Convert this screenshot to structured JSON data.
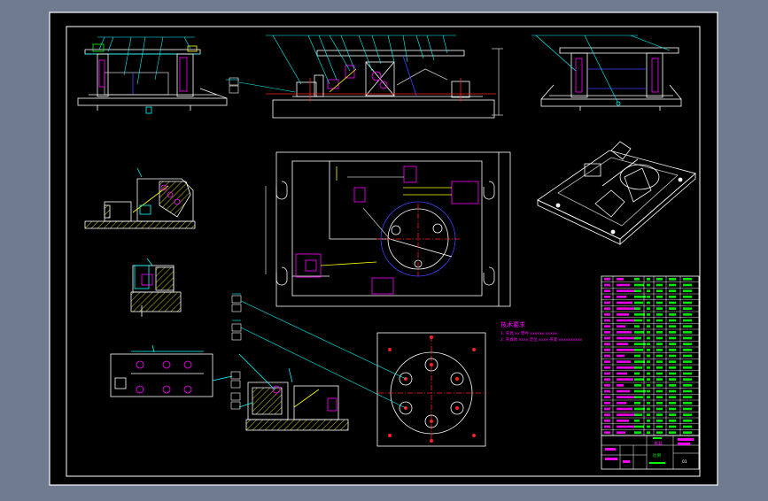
{
  "viewer": {
    "background_color": "#6f7c8f",
    "sheet_color": "#000000",
    "frame_color": "#ffffff"
  },
  "palette": {
    "white": "#ffffff",
    "yellow": "#ffff00",
    "green": "#00ff00",
    "cyan": "#00ffff",
    "magenta": "#ff00ff",
    "blue": "#4040ff",
    "red": "#ff2020",
    "hatch": "#c8c800"
  },
  "tech_requirements": {
    "title": "技术要求",
    "lines": [
      "1. 夹具 xx 零件 xxxxxx xxxxx",
      "2. 夹具体 xxxx 定位 xxxx 夹紧 xxxxxxxxxx"
    ]
  },
  "title_block": {
    "rows": 27,
    "drawing_name": "夹具",
    "scale_label": "比例",
    "sheet_no": "01"
  },
  "icons": {
    "isometric_view": "isometric-fixture-view",
    "section": "section-hatch"
  }
}
